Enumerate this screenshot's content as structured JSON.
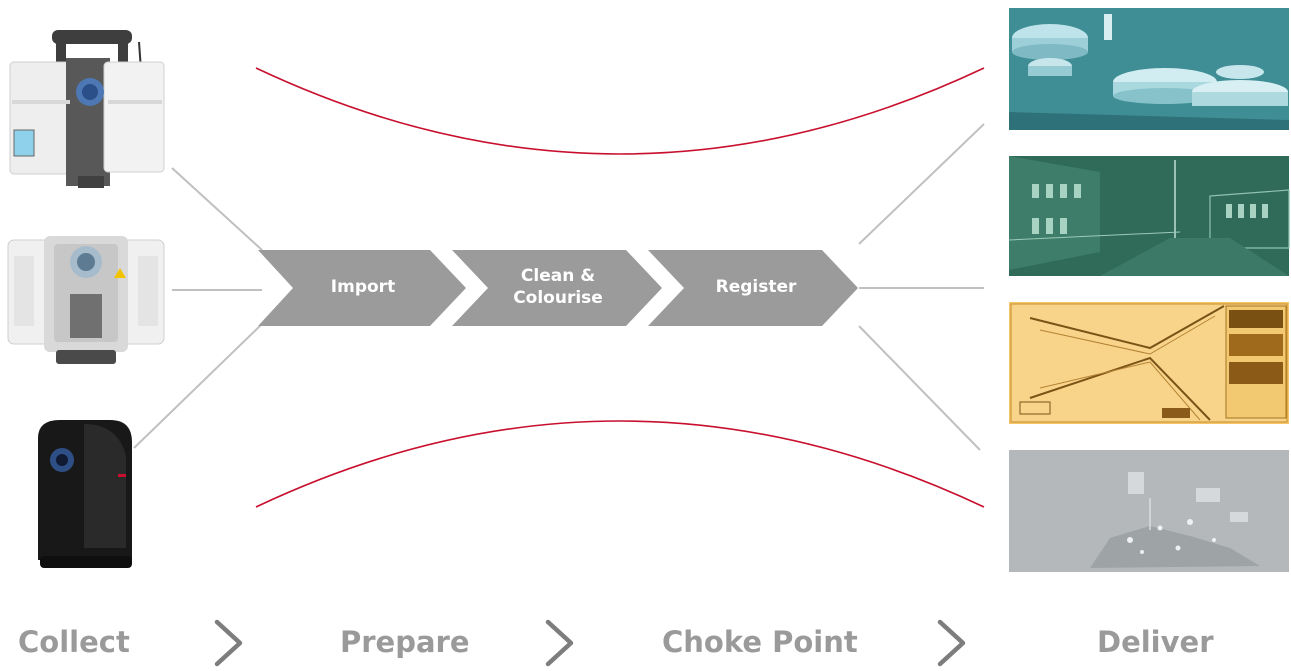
{
  "process_steps": [
    {
      "label": "Import"
    },
    {
      "label": "Clean &\nColourise"
    },
    {
      "label": "Register"
    }
  ],
  "stages": [
    "Collect",
    "Prepare",
    "Choke Point",
    "Deliver"
  ],
  "devices": [
    {
      "name": "laser-scanner-handle-icon"
    },
    {
      "name": "laser-scanner-compact-icon"
    },
    {
      "name": "laser-scanner-black-icon"
    }
  ],
  "deliverables": [
    {
      "name": "point-cloud-tanks-image",
      "color": "#3f8e95"
    },
    {
      "name": "point-cloud-street-image",
      "color": "#2f6b58"
    },
    {
      "name": "drawing-plan-image",
      "color": "#f4c56b"
    },
    {
      "name": "point-cloud-grey-image",
      "color": "#b4b8ba"
    }
  ],
  "colors": {
    "chevron": "#9b9b9b",
    "curve": "#c8102e",
    "connector": "#c0c0c0",
    "stage_text": "#9a9a9a"
  }
}
